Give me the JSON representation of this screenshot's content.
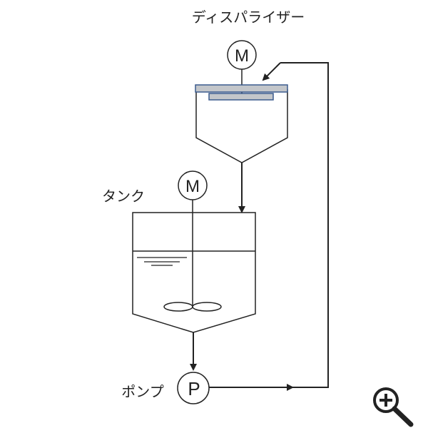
{
  "labels": {
    "disperser": "ディスパライザー",
    "tank": "タンク",
    "pump": "ポンプ"
  },
  "symbols": {
    "disperser_motor": "M",
    "tank_motor": "M",
    "pump": "P"
  },
  "icons": {
    "zoom": "zoom-in-icon"
  },
  "colors": {
    "line": "#222222",
    "disperser_plate_fill": "#c3c6ca",
    "disperser_plate_stroke": "#3b5b8e"
  }
}
